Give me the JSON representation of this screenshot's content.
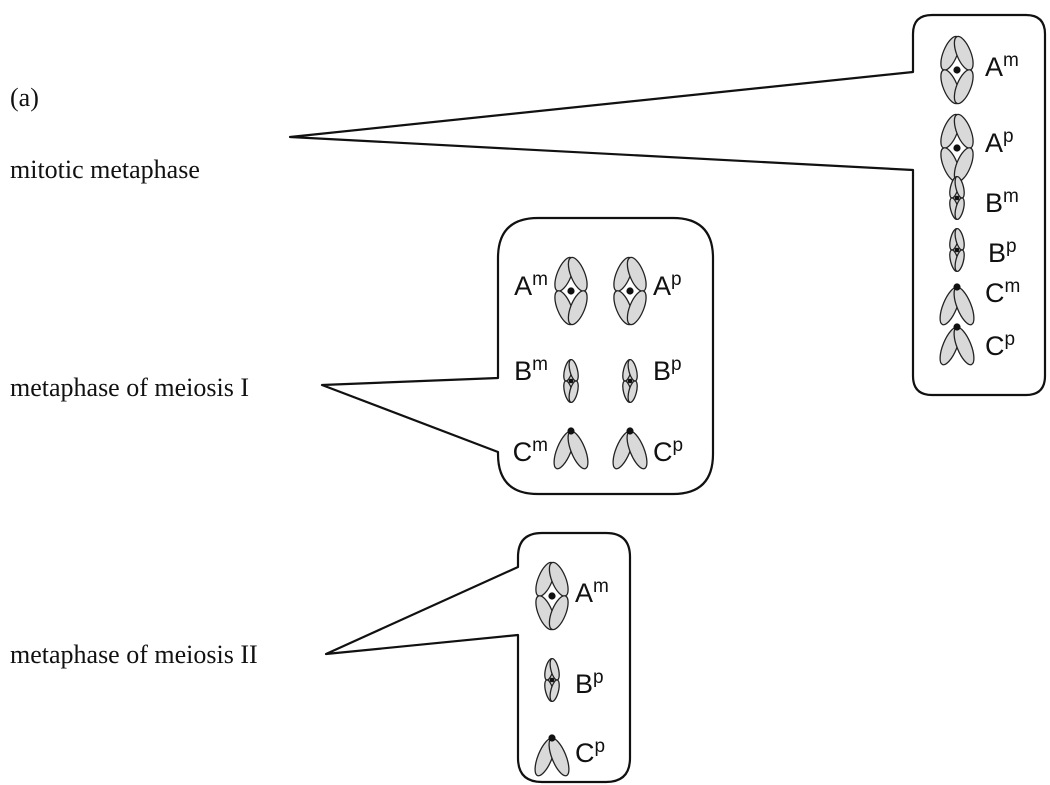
{
  "panel_label": "(a)",
  "stages": {
    "mitotic": {
      "label": "mitotic metaphase",
      "chromosomes": [
        {
          "letter": "A",
          "origin": "m"
        },
        {
          "letter": "A",
          "origin": "p"
        },
        {
          "letter": "B",
          "origin": "m"
        },
        {
          "letter": "B",
          "origin": "p"
        },
        {
          "letter": "C",
          "origin": "m"
        },
        {
          "letter": "C",
          "origin": "p"
        }
      ]
    },
    "meiosis1": {
      "label": "metaphase of meiosis I",
      "pairs": [
        [
          {
            "letter": "A",
            "origin": "m"
          },
          {
            "letter": "A",
            "origin": "p"
          }
        ],
        [
          {
            "letter": "B",
            "origin": "m"
          },
          {
            "letter": "B",
            "origin": "p"
          }
        ],
        [
          {
            "letter": "C",
            "origin": "m"
          },
          {
            "letter": "C",
            "origin": "p"
          }
        ]
      ]
    },
    "meiosis2": {
      "label": "metaphase of meiosis II",
      "chromosomes": [
        {
          "letter": "A",
          "origin": "m"
        },
        {
          "letter": "B",
          "origin": "p"
        },
        {
          "letter": "C",
          "origin": "p"
        }
      ]
    }
  },
  "chromosome_types": {
    "A": "large-metacentric",
    "B": "small-metacentric",
    "C": "acrocentric"
  }
}
